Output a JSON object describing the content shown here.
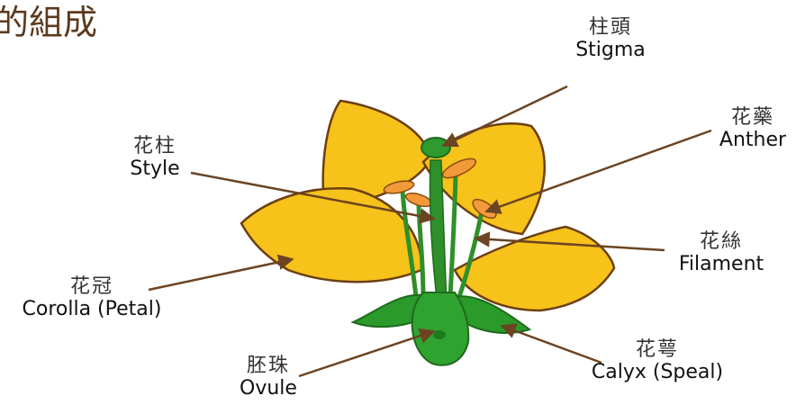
{
  "title": "的組成",
  "colors": {
    "petal": "#f7c21a",
    "petal_outline": "#6b3f12",
    "sepal": "#2a9a2a",
    "stem": "#2f8f2a",
    "anther": "#f29a3a",
    "leader": "#6b4423"
  },
  "labels": {
    "stigma": {
      "zh": "柱頭",
      "en": "Stigma"
    },
    "anther": {
      "zh": "花藥",
      "en": "Anther"
    },
    "style": {
      "zh": "花柱",
      "en": "Style"
    },
    "filament": {
      "zh": "花絲",
      "en": "Filament"
    },
    "corolla": {
      "zh": "花冠",
      "en": "Corolla (Petal)"
    },
    "ovule": {
      "zh": "胚珠",
      "en": "Ovule"
    },
    "calyx": {
      "zh": "花萼",
      "en": "Calyx (Speal)"
    }
  }
}
